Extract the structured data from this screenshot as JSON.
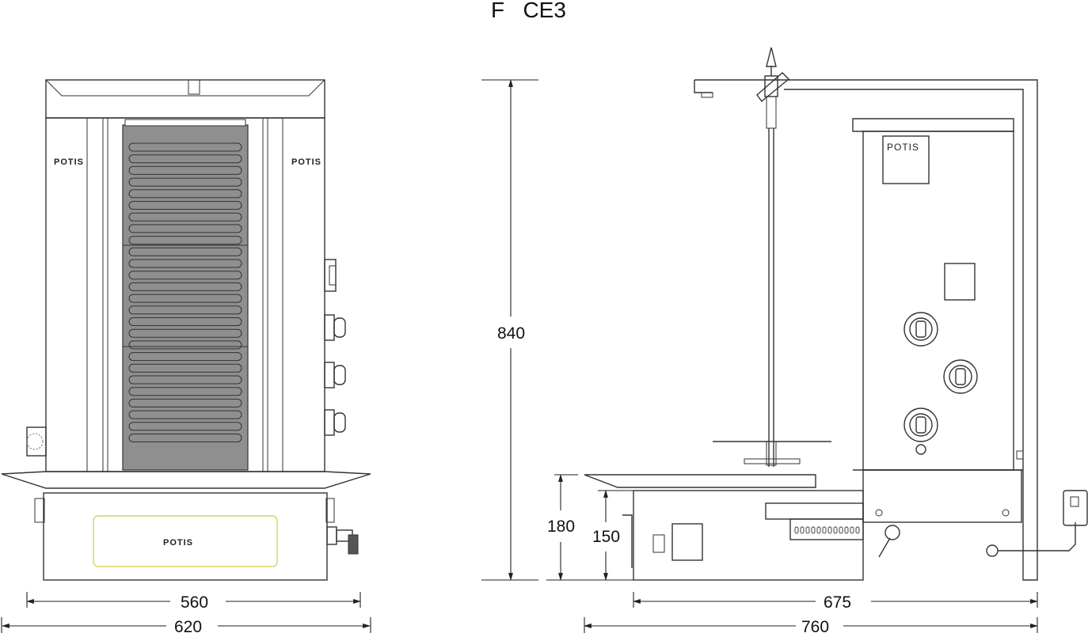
{
  "title": "F   CE3",
  "brand": "POTIS",
  "dimensions": {
    "height_total": "840",
    "height_base": "180",
    "height_drawer": "150",
    "front_inner_width": "560",
    "front_outer_width": "620",
    "side_inner_width": "675",
    "side_outer_width": "760"
  },
  "views": {
    "front": {
      "heater_panels": 3,
      "knobs": 3
    },
    "side": {
      "knobs": 3
    }
  }
}
